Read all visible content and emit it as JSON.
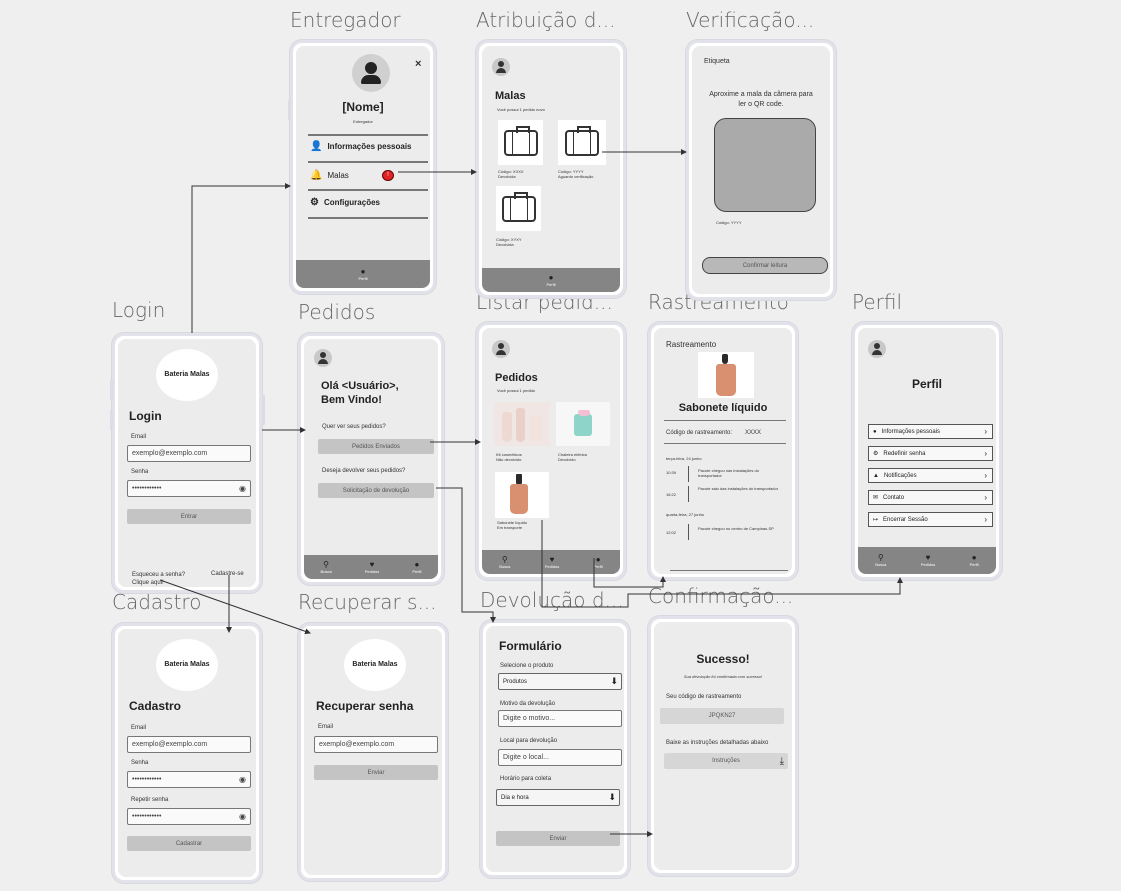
{
  "frames": {
    "entregador": "Entregador",
    "atribuicao": "Atribuição d...",
    "verificacao": "Verificação...",
    "login": "Login",
    "pedidos": "Pedidos",
    "listar": "Listar pedid...",
    "rastreamento": "Rastreamento",
    "perfil": "Perfil",
    "cadastro": "Cadastro",
    "recuperar": "Recuperar s...",
    "devolucao": "Devolução d...",
    "confirmacao": "Confirmação..."
  },
  "entregador": {
    "name": "[Nome]",
    "role": "Entregador",
    "menu": [
      "Informações pessoais",
      "Malas",
      "Configurações"
    ],
    "badge": "!",
    "nav": "Perfil"
  },
  "atribuicao": {
    "title": "Malas",
    "subtitle": "Você possui 1 pedido novo",
    "bags": [
      {
        "code": "Código: XXXX",
        "status": "Devolvida"
      },
      {
        "code": "Código: YYYY",
        "status": "Aguardo verificação"
      },
      {
        "code": "Código: XYXY",
        "status": "Devolvida"
      }
    ],
    "nav": "Perfil"
  },
  "verificacao": {
    "label": "Etiqueta",
    "instruction": "Aproxime a mala da câmera para ler o QR code.",
    "code": "Código: YYYY",
    "button": "Confirmar leitura"
  },
  "login": {
    "logo": "Bateria Malas",
    "title": "Login",
    "email_label": "Email",
    "email_value": "exemplo@exemplo.com",
    "password_label": "Senha",
    "password_value": "••••••••••••",
    "button": "Entrar",
    "forgot": "Esqueceu a senha? Clique aqui!",
    "signup": "Cadastre-se"
  },
  "pedidos": {
    "greeting": "Olá <Usuário>, Bem Vindo!",
    "question1": "Quer ver seus pedidos?",
    "button1": "Pedidos Enviados",
    "question2": "Deseja devolver seus pedidos?",
    "button2": "Solicitação de devolução",
    "nav": [
      "Busca",
      "Pedidos",
      "Perfil"
    ]
  },
  "listar": {
    "title": "Pedidos",
    "subtitle": "Você possui 1 pedido",
    "items": [
      {
        "name": "Kit cosméticos",
        "status": "Não devolvido"
      },
      {
        "name": "Chaleira elétrica",
        "status": "Devolvido"
      },
      {
        "name": "Sabonete líquido",
        "status": "Em transporte"
      }
    ],
    "nav": [
      "Busca",
      "Pedidos",
      "Perfil"
    ]
  },
  "rastreamento": {
    "header": "Rastreamento",
    "product": "Sabonete líquido",
    "code_label": "Código de rastreamento:",
    "code_value": "XXXX",
    "days": [
      {
        "date": "terça-feira, 24 junho",
        "events": [
          {
            "time": "10:39",
            "text": "Pacote chegou nas instalações do transportador"
          },
          {
            "time": "16:22",
            "text": "Pacote saiu das instalações do transportador"
          }
        ]
      },
      {
        "date": "quarta-feira, 27 junho",
        "events": [
          {
            "time": "12:02",
            "text": "Pacote chegou no centro de Campinas-SP"
          }
        ]
      }
    ]
  },
  "perfil": {
    "title": "Perfil",
    "items": [
      "Informações pessoais",
      "Redefinir senha",
      "Notificações",
      "Contato",
      "Encerrar Sessão"
    ],
    "nav": [
      "Busca",
      "Pedidos",
      "Perfil"
    ]
  },
  "cadastro": {
    "logo": "Bateria Malas",
    "title": "Cadastro",
    "email_label": "Email",
    "email_value": "exemplo@exemplo.com",
    "password_label": "Senha",
    "password_value": "••••••••••••",
    "repeat_label": "Repetir senha",
    "repeat_value": "••••••••••••",
    "button": "Cadastrar"
  },
  "recuperar": {
    "logo": "Bateria Malas",
    "title": "Recuperar senha",
    "email_label": "Email",
    "email_value": "exemplo@exemplo.com",
    "button": "Enviar"
  },
  "devolucao": {
    "title": "Formulário",
    "product_label": "Selecione o produto",
    "product_value": "Produtos",
    "reason_label": "Motivo da devolução",
    "reason_placeholder": "Digite o motivo...",
    "place_label": "Local para devolução",
    "place_placeholder": "Digite o local...",
    "time_label": "Horário para coleta",
    "time_value": "Dia e hora",
    "button": "Enviar"
  },
  "confirmacao": {
    "title": "Sucesso!",
    "subtitle": "Sua devolução foi confirmada com sucesso!",
    "code_label": "Seu código de rastreamento",
    "code_value": "JPQKN27",
    "instr_label": "Baixe as instruções detalhadas abaixo",
    "instr_button": "Instruções"
  }
}
